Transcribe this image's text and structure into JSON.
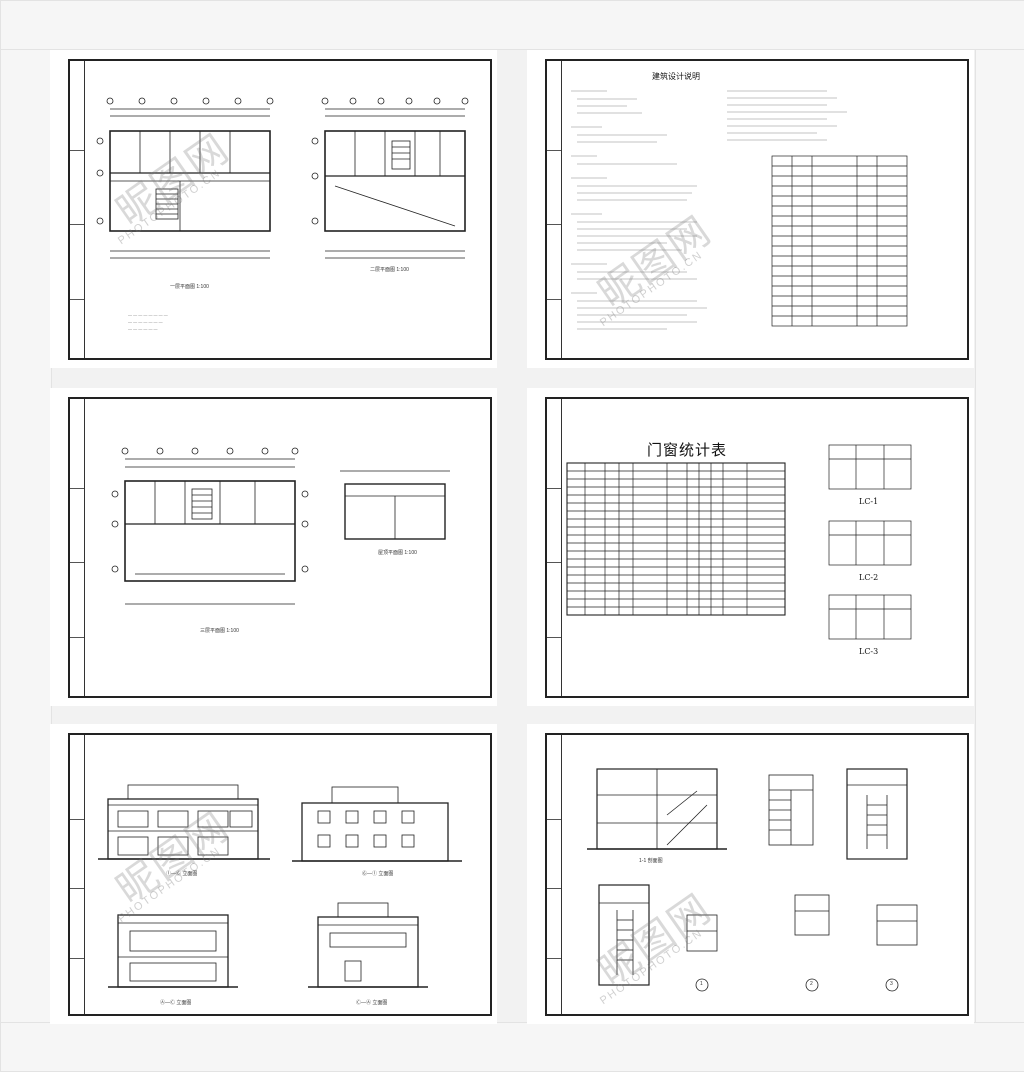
{
  "watermark": {
    "cn": "昵图网",
    "en": "PHOTOPHOTO.CN"
  },
  "sheets": {
    "plans": {
      "caption_left": "一层平面图 1:100",
      "caption_right": "二层平面图 1:100"
    },
    "notes": {
      "title": "建筑设计说明"
    },
    "plan3": {
      "caption_left": "三层平面图 1:100",
      "caption_right": "屋顶平面图 1:100"
    },
    "windows": {
      "title": "门窗统计表",
      "lc1": "LC-1",
      "lc2": "LC-2",
      "lc3": "LC-3"
    },
    "elevations": {
      "cap1": "①—⑥ 立面图",
      "cap2": "⑥—① 立面图",
      "cap3": "Ⓐ—Ⓒ 立面图",
      "cap4": "Ⓒ—Ⓐ 立面图"
    },
    "details": {
      "cap1": "1-1 剖面图",
      "circle1": "1",
      "circle2": "2",
      "circle3": "3"
    }
  }
}
